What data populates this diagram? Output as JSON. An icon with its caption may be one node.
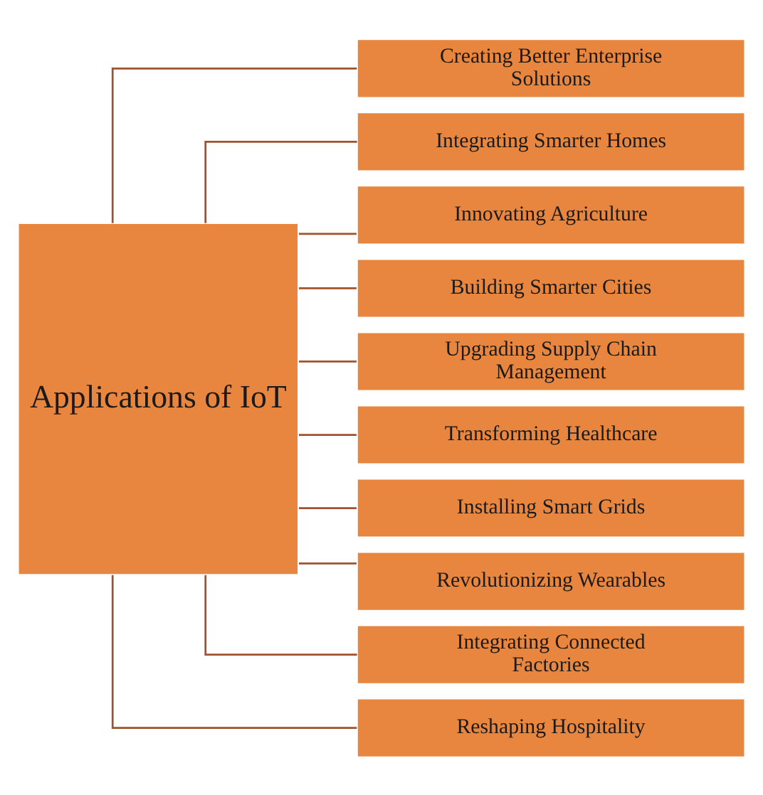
{
  "diagram": {
    "nodes": [
      {
        "text": [
          "Applications of IoT"
        ]
      },
      {
        "text": [
          "Creating Better Enterprise Solutions"
        ]
      },
      {
        "text": [
          "Integrating Smarter Homes"
        ]
      },
      {
        "text": [
          "Innovating Agriculture"
        ]
      },
      {
        "text": [
          "Building Smarter Cities"
        ]
      },
      {
        "text": [
          "Upgrading Supply Chain Management"
        ]
      },
      {
        "text": [
          "Transforming Healthcare"
        ]
      },
      {
        "text": [
          "Installing Smart Grids"
        ]
      },
      {
        "text": [
          "Revolutionizing Wearables"
        ]
      },
      {
        "text": [
          "Integrating Connected Factories"
        ]
      },
      {
        "text": [
          "Reshaping Hospitality"
        ]
      }
    ],
    "edges": [
      {
        "from": 0,
        "to": 1,
        "arrow": "none"
      },
      {
        "from": 0,
        "to": 2,
        "arrow": "none"
      },
      {
        "from": 0,
        "to": 3,
        "arrow": "none"
      },
      {
        "from": 0,
        "to": 4,
        "arrow": "none"
      },
      {
        "from": 0,
        "to": 5,
        "arrow": "none"
      },
      {
        "from": 0,
        "to": 6,
        "arrow": "none"
      },
      {
        "from": 0,
        "to": 7,
        "arrow": "none"
      },
      {
        "from": 0,
        "to": 8,
        "arrow": "none"
      },
      {
        "from": 0,
        "to": 9,
        "arrow": "none"
      },
      {
        "from": 0,
        "to": 10,
        "arrow": "none"
      }
    ]
  }
}
